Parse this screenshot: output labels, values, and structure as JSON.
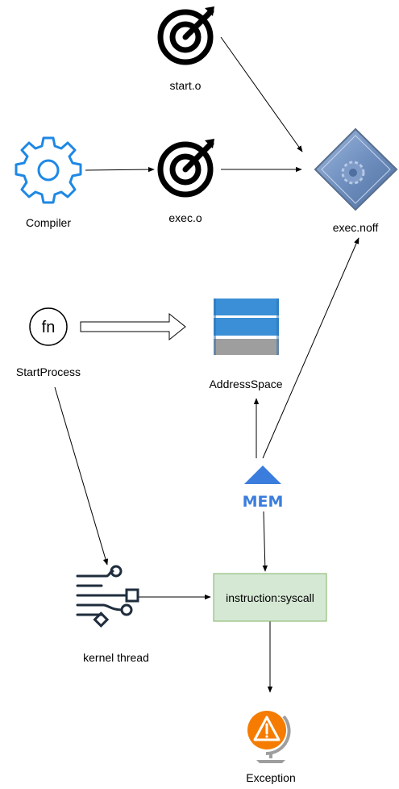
{
  "nodes": {
    "start_o": {
      "label": "start.o"
    },
    "compiler": {
      "label": "Compiler"
    },
    "exec_o": {
      "label": "exec.o"
    },
    "exec_noff": {
      "label": "exec.noff"
    },
    "start_process": {
      "label": "StartProcess",
      "icon_text": "fn"
    },
    "address_space": {
      "label": "AddressSpace"
    },
    "mem": {
      "icon_text": "MEM"
    },
    "kernel_thread": {
      "label": "kernel thread"
    },
    "instruction": {
      "label": "instruction:syscall"
    },
    "exception": {
      "label": "Exception"
    }
  },
  "edges": [
    {
      "from": "start_o",
      "to": "exec_noff"
    },
    {
      "from": "compiler",
      "to": "exec_o"
    },
    {
      "from": "exec_o",
      "to": "exec_noff"
    },
    {
      "from": "start_process",
      "to": "address_space",
      "style": "block-arrow"
    },
    {
      "from": "start_process",
      "to": "kernel_thread"
    },
    {
      "from": "mem",
      "to": "address_space"
    },
    {
      "from": "mem",
      "to": "exec_noff"
    },
    {
      "from": "mem",
      "to": "instruction"
    },
    {
      "from": "kernel_thread",
      "to": "instruction"
    },
    {
      "from": "instruction",
      "to": "exception"
    }
  ],
  "colors": {
    "compiler_icon": "#1e88e5",
    "mem_icon": "#3b7ddd",
    "address_space_top": "#3a8fd6",
    "address_space_bottom": "#9e9e9e",
    "instruction_fill": "#d5e8d4",
    "instruction_border": "#82b366",
    "exception_orange": "#f57c00",
    "exec_noff_blue": "#6f8fbf"
  }
}
